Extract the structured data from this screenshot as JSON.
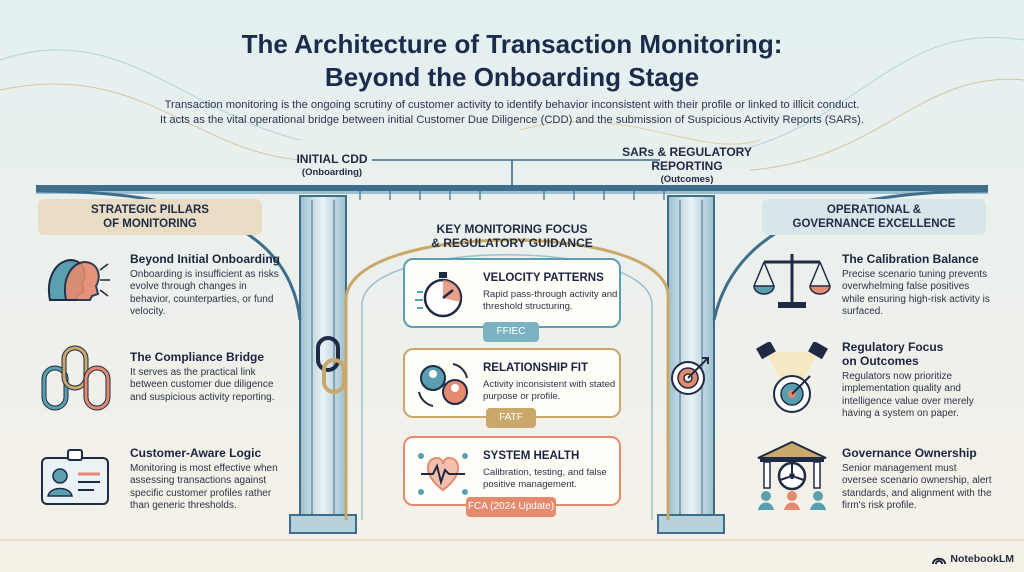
{
  "title": {
    "line1": "The Architecture of Transaction Monitoring:",
    "line2": "Beyond the Onboarding Stage"
  },
  "intro": {
    "line1": "Transaction monitoring is the ongoing scrutiny of customer activity to identify behavior inconsistent with their profile or linked to illicit conduct.",
    "line2": "It acts as the vital operational bridge between initial Customer Due Diligence (CDD) and the submission of Suspicious Activity Reports (SARs)."
  },
  "bridge": {
    "left": {
      "label": "INITIAL CDD",
      "sub": "(Onboarding)"
    },
    "right": {
      "label_line1": "SARs & REGULATORY",
      "label_line2": "REPORTING",
      "sub": "(Outcomes)"
    }
  },
  "left_column": {
    "heading_line1": "STRATEGIC PILLARS",
    "heading_line2": "OF MONITORING",
    "items": [
      {
        "title": "Beyond Initial Onboarding",
        "text": "Onboarding is insufficient as risks evolve through changes in behavior, counterparties, or fund velocity.",
        "icon": "head-profiles-icon"
      },
      {
        "title": "The Compliance Bridge",
        "text": "It serves as the practical link between customer due diligence and suspicious activity reporting.",
        "icon": "chain-link-icon"
      },
      {
        "title": "Customer-Aware Logic",
        "text": "Monitoring is most effective when assessing transactions against specific customer profiles rather than generic thresholds.",
        "icon": "id-badge-icon"
      }
    ]
  },
  "center_column": {
    "heading_line1": "KEY MONITORING FOCUS",
    "heading_line2": "& REGULATORY GUIDANCE",
    "cards": [
      {
        "title": "VELOCITY PATTERNS",
        "text": "Rapid pass-through activity and threshold structuring.",
        "badge": "FFIEC",
        "icon": "stopwatch-icon",
        "color": "#5a9fb0"
      },
      {
        "title": "RELATIONSHIP FIT",
        "text": "Activity inconsistent with stated purpose or profile.",
        "badge": "FATF",
        "icon": "people-cycle-icon",
        "color": "#c9a86a"
      },
      {
        "title": "SYSTEM HEALTH",
        "text": "Calibration, testing, and false positive management.",
        "badge": "FCA (2024 Update)",
        "icon": "heart-circuit-icon",
        "color": "#e58a6e"
      }
    ]
  },
  "right_column": {
    "heading_line1": "OPERATIONAL &",
    "heading_line2": "GOVERNANCE EXCELLENCE",
    "items": [
      {
        "title": "The Calibration Balance",
        "text": "Precise scenario tuning prevents overwhelming false positives while ensuring high-risk activity is surfaced.",
        "icon": "balance-scale-icon"
      },
      {
        "title_line1": "Regulatory Focus",
        "title_line2": "on Outcomes",
        "text": "Regulators now prioritize implementation quality and intelligence value over merely having a system on paper.",
        "icon": "spotlight-target-icon"
      },
      {
        "title": "Governance Ownership",
        "text": "Senior management must oversee scenario ownership, alert standards, and alignment with the firm's risk profile.",
        "icon": "bank-steering-icon"
      }
    ]
  },
  "logo": "NotebookLM",
  "colors": {
    "teal": "#5a9fb0",
    "gold": "#c9a86a",
    "coral": "#e58a6e",
    "navy": "#1b2b4b"
  }
}
